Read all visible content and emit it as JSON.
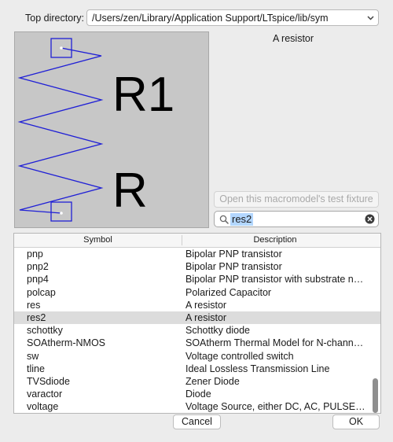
{
  "top_directory": {
    "label": "Top directory:",
    "path": "/Users/zen/Library/Application Support/LTspice/lib/sym"
  },
  "preview": {
    "label_r1": "R1",
    "label_r": "R",
    "stroke_color": "#1f1fd6"
  },
  "selected_description": "A resistor",
  "fixture_button_label": "Open this macromodel's test fixture",
  "search": {
    "value": "res2",
    "icon": "search-icon",
    "clear_icon": "clear-icon"
  },
  "table": {
    "headers": {
      "symbol": "Symbol",
      "description": "Description"
    },
    "rows": [
      {
        "symbol": "pnp",
        "description": "Bipolar PNP transistor"
      },
      {
        "symbol": "pnp2",
        "description": "Bipolar PNP transistor"
      },
      {
        "symbol": "pnp4",
        "description": "Bipolar PNP transistor with substrate node..."
      },
      {
        "symbol": "polcap",
        "description": "Polarized Capacitor"
      },
      {
        "symbol": "res",
        "description": "A resistor"
      },
      {
        "symbol": "res2",
        "description": "A resistor",
        "selected": true
      },
      {
        "symbol": "schottky",
        "description": "Schottky diode"
      },
      {
        "symbol": "SOAtherm-NMOS",
        "description": "SOAtherm Thermal Model for N-channel p..."
      },
      {
        "symbol": "sw",
        "description": "Voltage controlled switch"
      },
      {
        "symbol": "tline",
        "description": "Ideal Lossless Transmission Line"
      },
      {
        "symbol": "TVSdiode",
        "description": "Zener Diode"
      },
      {
        "symbol": "varactor",
        "description": "Diode"
      },
      {
        "symbol": "voltage",
        "description": "Voltage Source, either DC, AC, PULSE, SI..."
      }
    ]
  },
  "buttons": {
    "cancel": "Cancel",
    "ok": "OK"
  }
}
